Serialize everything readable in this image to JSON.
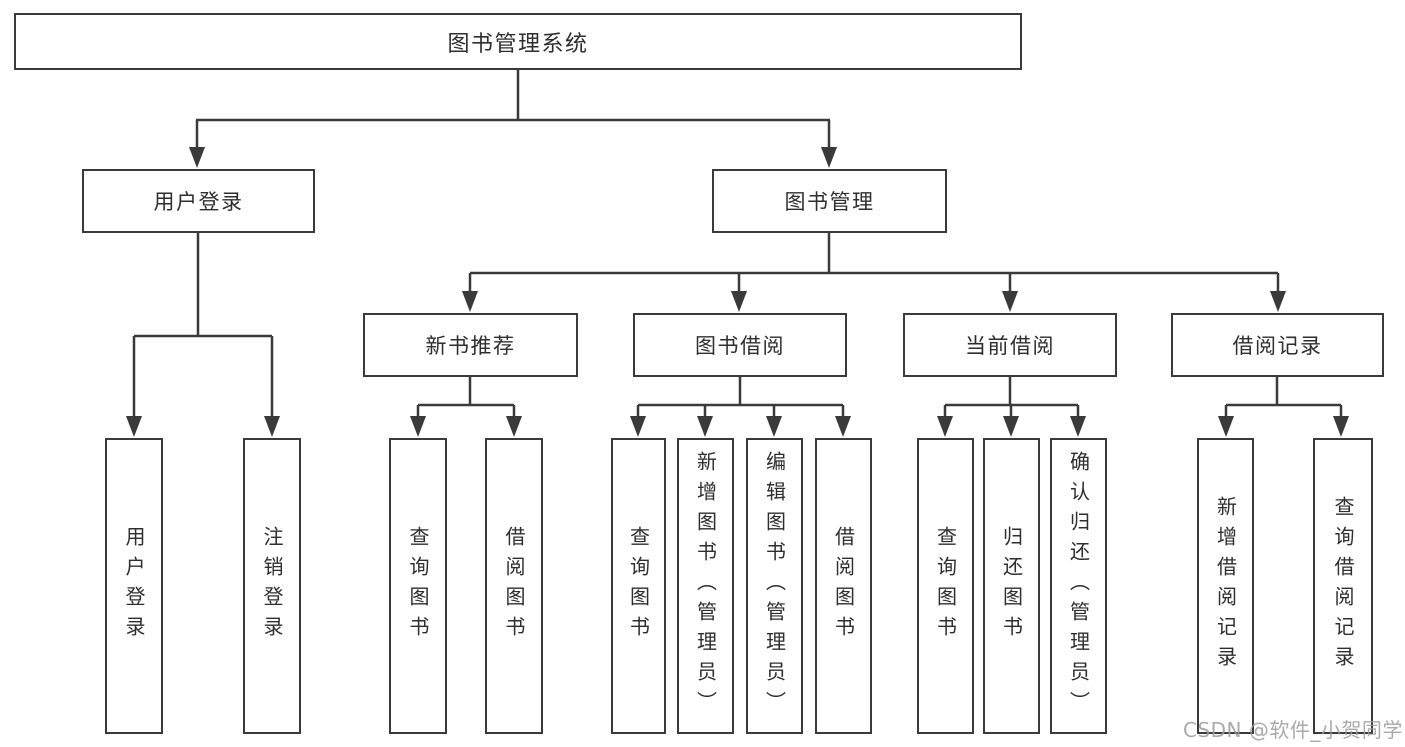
{
  "colors": {
    "line": "#3a3a3a",
    "text": "#2e2e2e",
    "box_background": "#ffffff",
    "page_background": "#ffffff",
    "watermark": "#9c9c9c"
  },
  "diagram": {
    "root": {
      "label": "图书管理系统"
    },
    "branches": [
      {
        "label": "用户登录",
        "children": [
          {
            "label": "用户登录"
          },
          {
            "label": "注销登录"
          }
        ]
      },
      {
        "label": "图书管理",
        "children": [
          {
            "label": "新书推荐",
            "children": [
              {
                "label": "查询图书"
              },
              {
                "label": "借阅图书"
              }
            ]
          },
          {
            "label": "图书借阅",
            "children": [
              {
                "label": "查询图书"
              },
              {
                "label": "新增图书（管理员）"
              },
              {
                "label": "编辑图书（管理员）"
              },
              {
                "label": "借阅图书"
              }
            ]
          },
          {
            "label": "当前借阅",
            "children": [
              {
                "label": "查询图书"
              },
              {
                "label": "归还图书"
              },
              {
                "label": "确认归还（管理员）"
              }
            ]
          },
          {
            "label": "借阅记录",
            "children": [
              {
                "label": "新增借阅记录"
              },
              {
                "label": "查询借阅记录"
              }
            ]
          }
        ]
      }
    ]
  },
  "watermark": {
    "text": "CSDN @软件_小贺同学"
  }
}
